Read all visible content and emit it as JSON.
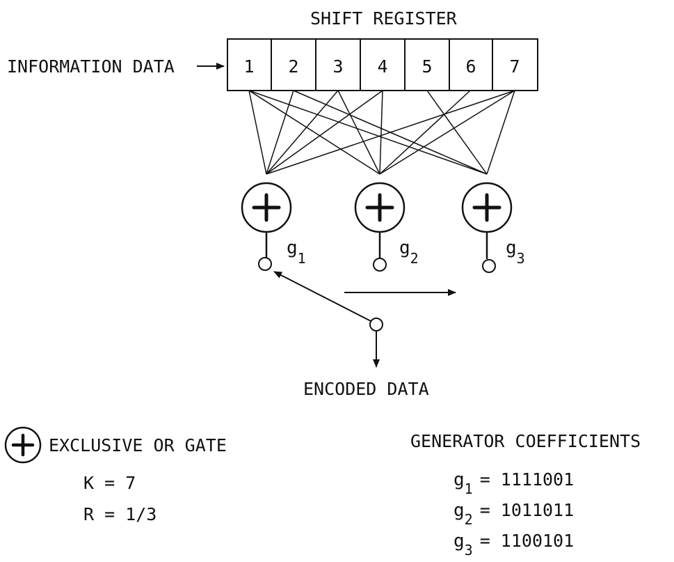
{
  "title": "SHIFT REGISTER",
  "input_label": "INFORMATION DATA",
  "output_label": "ENCODED DATA",
  "register_cells": [
    "1",
    "2",
    "3",
    "4",
    "5",
    "6",
    "7"
  ],
  "gates": [
    {
      "letter": "g",
      "sub": "1"
    },
    {
      "letter": "g",
      "sub": "2"
    },
    {
      "letter": "g",
      "sub": "3"
    }
  ],
  "legend": {
    "gate_text": "EXCLUSIVE OR GATE",
    "k": "K = 7",
    "r": "R = 1/3"
  },
  "generator": {
    "heading": "GENERATOR COEFFICIENTS",
    "rows": [
      {
        "letter": "g",
        "sub": "1",
        "value": "= 1111001"
      },
      {
        "letter": "g",
        "sub": "2",
        "value": "= 1011011"
      },
      {
        "letter": "g",
        "sub": "3",
        "value": "= 1100101"
      }
    ]
  },
  "colors": {
    "ink": "#111111",
    "background": "#ffffff"
  }
}
